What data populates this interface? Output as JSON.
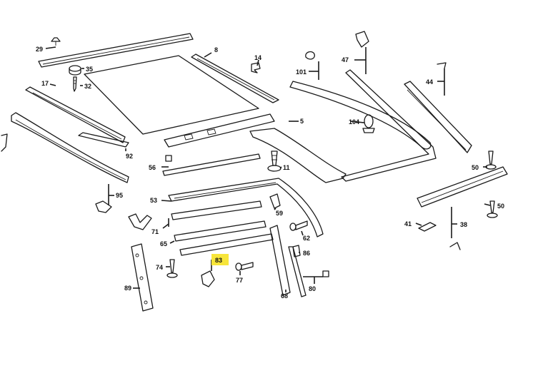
{
  "diagram": {
    "highlight_color": "#f7e53a",
    "callouts": [
      {
        "id": "29",
        "label": "29"
      },
      {
        "id": "8",
        "label": "8"
      },
      {
        "id": "14",
        "label": "14"
      },
      {
        "id": "101",
        "label": "101"
      },
      {
        "id": "47",
        "label": "47"
      },
      {
        "id": "35",
        "label": "35"
      },
      {
        "id": "32",
        "label": "32"
      },
      {
        "id": "17",
        "label": "17"
      },
      {
        "id": "44",
        "label": "44"
      },
      {
        "id": "5",
        "label": "5"
      },
      {
        "id": "104",
        "label": "104"
      },
      {
        "id": "92",
        "label": "92"
      },
      {
        "id": "56",
        "label": "56"
      },
      {
        "id": "11",
        "label": "11"
      },
      {
        "id": "50a",
        "label": "50"
      },
      {
        "id": "95",
        "label": "95"
      },
      {
        "id": "53",
        "label": "53"
      },
      {
        "id": "59",
        "label": "59"
      },
      {
        "id": "50b",
        "label": "50"
      },
      {
        "id": "71",
        "label": "71"
      },
      {
        "id": "62",
        "label": "62"
      },
      {
        "id": "41",
        "label": "41"
      },
      {
        "id": "38",
        "label": "38"
      },
      {
        "id": "65",
        "label": "65"
      },
      {
        "id": "86",
        "label": "86"
      },
      {
        "id": "83",
        "label": "83",
        "highlighted": true
      },
      {
        "id": "74",
        "label": "74"
      },
      {
        "id": "77",
        "label": "77"
      },
      {
        "id": "89",
        "label": "89"
      },
      {
        "id": "80",
        "label": "80"
      },
      {
        "id": "68",
        "label": "68"
      }
    ]
  }
}
